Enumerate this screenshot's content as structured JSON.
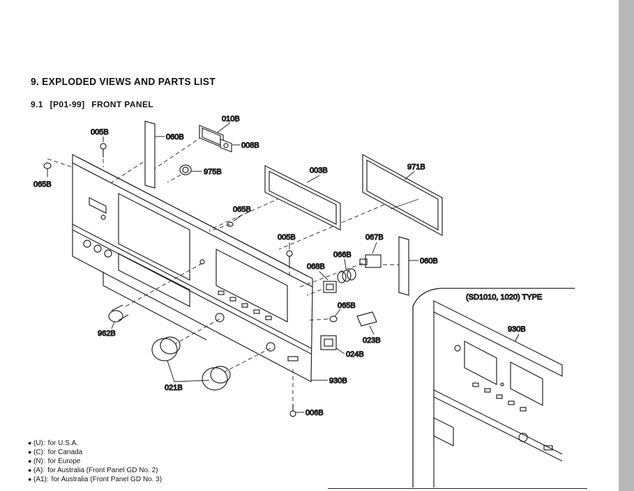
{
  "heading": {
    "number": "9.",
    "title": "EXPLODED VIEWS AND PARTS LIST"
  },
  "subheading": {
    "number": "9.1",
    "code": "[P01-99]",
    "title": "FRONT PANEL"
  },
  "parts": {
    "p010B": "010B",
    "p005B_top": "005B",
    "p060B_top": "060B",
    "p008B": "008B",
    "p065B_left": "065B",
    "p975B": "975B",
    "p003B": "003B",
    "p971B": "971B",
    "p065B_mid": "065B",
    "p005B_mid": "005B",
    "p067B": "067B",
    "p066B": "066B",
    "p068B": "068B",
    "p060B_right": "060B",
    "p065B_lower": "065B",
    "p962B": "962B",
    "p023B": "023B",
    "p024B": "024B",
    "p021B": "021B",
    "p930B": "930B",
    "p006B": "006B"
  },
  "inset": {
    "type_label": "(SD1010, 1020) TYPE",
    "part": "930B"
  },
  "legend": [
    {
      "code": "(U):",
      "text": "for U.S.A."
    },
    {
      "code": "(C):",
      "text": "for Canada"
    },
    {
      "code": "(N):",
      "text": "for Europe"
    },
    {
      "code": "(A):",
      "text": "for Australia (Front Panel GD No. 2)"
    },
    {
      "code": "(A1):",
      "text": "for Australia (Front Panel GD No. 3)"
    }
  ]
}
